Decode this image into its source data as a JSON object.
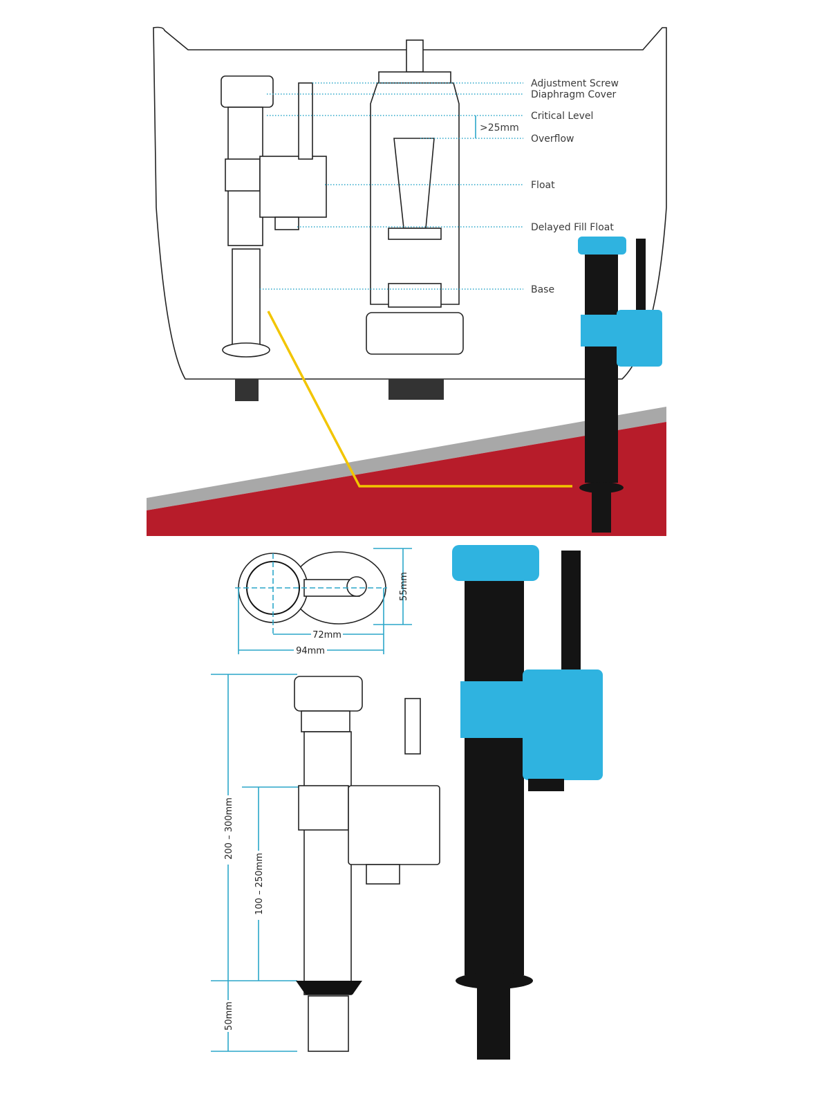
{
  "top_panel": {
    "labels": [
      {
        "id": "adjustment-screw",
        "text": "Adjustment Screw"
      },
      {
        "id": "diaphragm-cover",
        "text": "Diaphragm Cover"
      },
      {
        "id": "critical-level",
        "text": "Critical Level"
      },
      {
        "id": "overflow",
        "text": "Overflow"
      },
      {
        "id": "float",
        "text": "Float"
      },
      {
        "id": "delayed-fill-float",
        "text": "Delayed Fill Float"
      },
      {
        "id": "base",
        "text": "Base"
      }
    ],
    "gap_label": ">25mm"
  },
  "dimensions": {
    "height_top_view": "55mm",
    "width_inner": "72mm",
    "width_outer": "94mm",
    "height_total": "200 – 300mm",
    "height_adjust": "100 – 250mm",
    "shank": "50mm"
  },
  "colors": {
    "accent": "#2aa6c9",
    "red": "#b71c2a",
    "yellow": "#f2c500",
    "valve_blue": "#2fb3e0"
  }
}
